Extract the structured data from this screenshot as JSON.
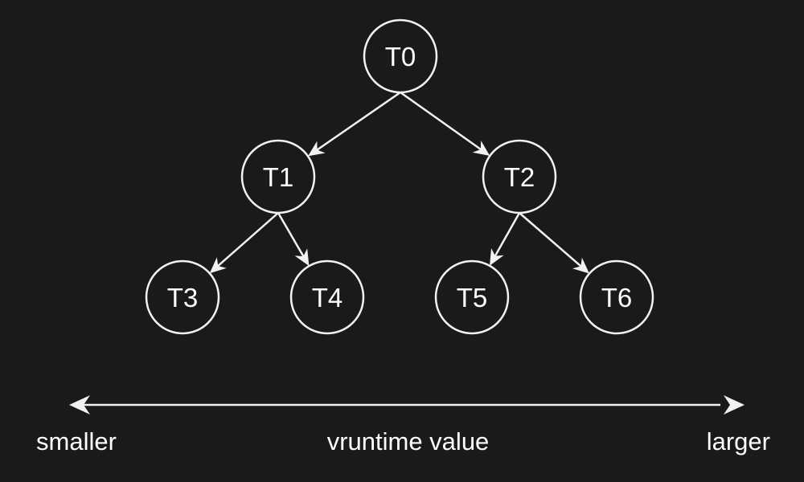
{
  "tree": {
    "nodes": [
      {
        "id": "T0",
        "label": "T0"
      },
      {
        "id": "T1",
        "label": "T1"
      },
      {
        "id": "T2",
        "label": "T2"
      },
      {
        "id": "T3",
        "label": "T3"
      },
      {
        "id": "T4",
        "label": "T4"
      },
      {
        "id": "T5",
        "label": "T5"
      },
      {
        "id": "T6",
        "label": "T6"
      }
    ],
    "edges": [
      {
        "from": "T0",
        "to": "T1"
      },
      {
        "from": "T0",
        "to": "T2"
      },
      {
        "from": "T1",
        "to": "T3"
      },
      {
        "from": "T1",
        "to": "T4"
      },
      {
        "from": "T2",
        "to": "T5"
      },
      {
        "from": "T2",
        "to": "T6"
      }
    ]
  },
  "axis": {
    "left_label": "smaller",
    "center_label": "vruntime value",
    "right_label": "larger"
  },
  "colors": {
    "background": "#1c191d",
    "stroke": "#f2f2f2",
    "text": "#ffffff"
  }
}
